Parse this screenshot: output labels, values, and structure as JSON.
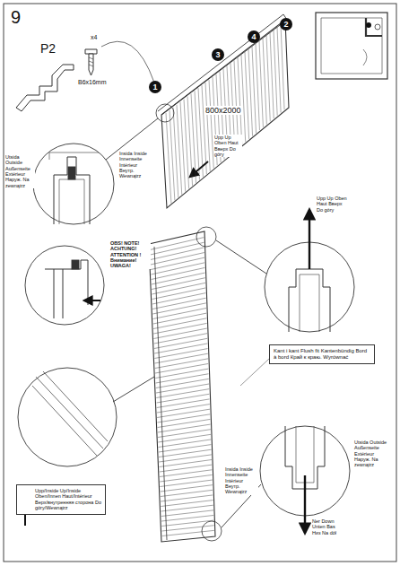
{
  "diagram": {
    "title": "9",
    "nodes": [
      {
        "text": [
          "1"
        ]
      },
      {
        "text": [
          "3"
        ]
      },
      {
        "text": [
          "4"
        ]
      },
      {
        "text": [
          "2"
        ]
      },
      {
        "text": [
          "Kant i kant Flush fit Kantenbündig Bord à bord Край к краю. Wyrównać"
        ]
      },
      {
        "text": [
          "Upp/Inside Up/Inside Oben/Innen Haut/Intérieur Верх/внутренняя сторона Do góry/Wewnątrz"
        ]
      }
    ],
    "labels": [
      "P2",
      "x4",
      "B6x16mm",
      "800x2000",
      "Upp Up Oben Haut Вверх Do góry",
      "Utsida Outside Außenseite Extérieur Наруж. Na zewnątrz",
      "Insida Inside Innenseite Intérieur Внутр. Wewnątrz",
      "OBS! NOTE! ACHTUNG! ATTENTION ! Внимание! UWAGA!",
      "Upp Up Oben Haut Вверх Do góry",
      "Insida Inside Innenseite Intérieur Внутр. Wewnątrz",
      "Utsida Outside Außenseite Extérieur Наруж. Na zewnątrz",
      "Ner Down Unten Bas Низ Na dół"
    ]
  }
}
